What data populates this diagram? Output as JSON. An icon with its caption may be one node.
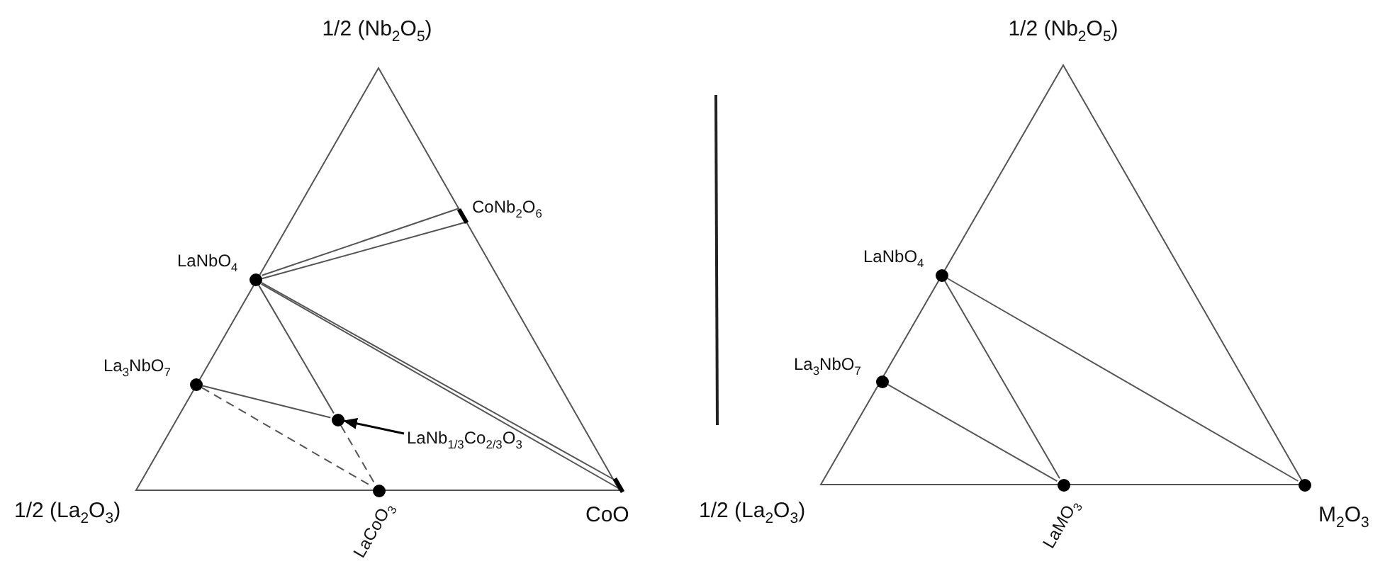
{
  "diagram": {
    "nodes": [
      {
        "text": [],
        "shape": "circle",
        "beside": [
          "LaNbO$_{4}$"
        ]
      },
      {
        "text": [],
        "shape": "bar",
        "beside": [
          "CoNb$_{2}$O$_{6}$"
        ]
      },
      {
        "text": [],
        "shape": "circle",
        "beside": [
          "La$_{3}$NbO$_{7}$"
        ]
      },
      {
        "text": [],
        "shape": "circle"
      },
      {
        "text": [
          "LaNb$_{1/3}$Co$_{2/3}$O$_{3}$"
        ]
      },
      {
        "text": [],
        "shape": "circle",
        "beside": [
          "LaCoO$_{3}$"
        ]
      },
      {
        "text": [],
        "shape": "bar",
        "beside": [
          "CoO"
        ]
      },
      {
        "text": [],
        "shape": "circle",
        "beside": [
          "LaNbO$_{4}$"
        ]
      },
      {
        "text": [],
        "shape": "circle",
        "beside": [
          "La$_{3}$NbO$_{7}$"
        ]
      },
      {
        "text": [],
        "shape": "circle",
        "beside": [
          "LaMO$_{3}$"
        ]
      },
      {
        "text": [],
        "shape": "circle",
        "beside": [
          "M$_{2}$O$_{3}$"
        ]
      }
    ],
    "edges": [
      {
        "from": 0,
        "to": 1,
        "arrow": "none"
      },
      {
        "from": 0,
        "to": 1,
        "arrow": "none"
      },
      {
        "from": 0,
        "to": 6,
        "arrow": "none"
      },
      {
        "from": 0,
        "to": 6,
        "arrow": "none"
      },
      {
        "from": 0,
        "to": 3,
        "arrow": "none"
      },
      {
        "from": 2,
        "to": 3,
        "arrow": "none"
      },
      {
        "from": 2,
        "to": 5,
        "arrow": "none",
        "style": "dashed"
      },
      {
        "from": 3,
        "to": 5,
        "arrow": "none",
        "style": "dashed"
      },
      {
        "from": 4,
        "to": 3,
        "arrow": "to"
      },
      {
        "from": 7,
        "to": 10,
        "arrow": "none"
      },
      {
        "from": 7,
        "to": 9,
        "arrow": "none"
      },
      {
        "from": 8,
        "to": 9,
        "arrow": "none"
      }
    ],
    "labels": [
      "1/2 (Nb$_{2}$O$_{5}$)",
      "1/2 (Nb$_{2}$O$_{5}$)",
      "1/2 (La$_{2}$O$_{3}$)",
      "1/2 (La$_{2}$O$_{3}$)"
    ]
  }
}
